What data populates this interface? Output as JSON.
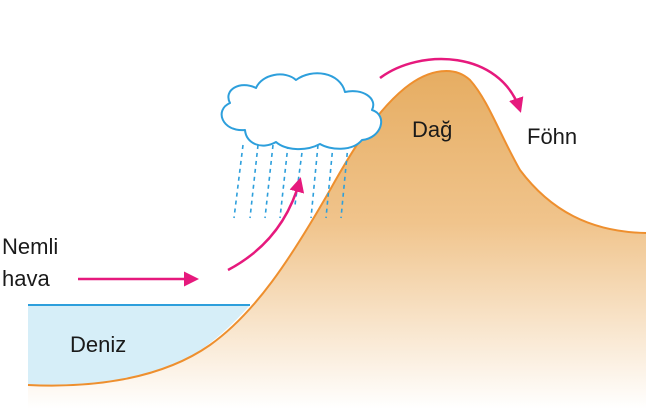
{
  "labels": {
    "humid_air": [
      "Nemli",
      "hava"
    ],
    "sea": "Deniz",
    "mountain": "Dağ",
    "foehn": "Föhn"
  },
  "colors": {
    "arrow": "#e6197d",
    "mountain_fill": "#e9b26a",
    "mountain_outline": "#ee8f2e",
    "sea_fill": "#d6eef8",
    "sea_outline": "#2d9fdc",
    "cloud_outline": "#2d9fdc",
    "rain": "#2d9fdc",
    "text": "#1a1a1a"
  }
}
